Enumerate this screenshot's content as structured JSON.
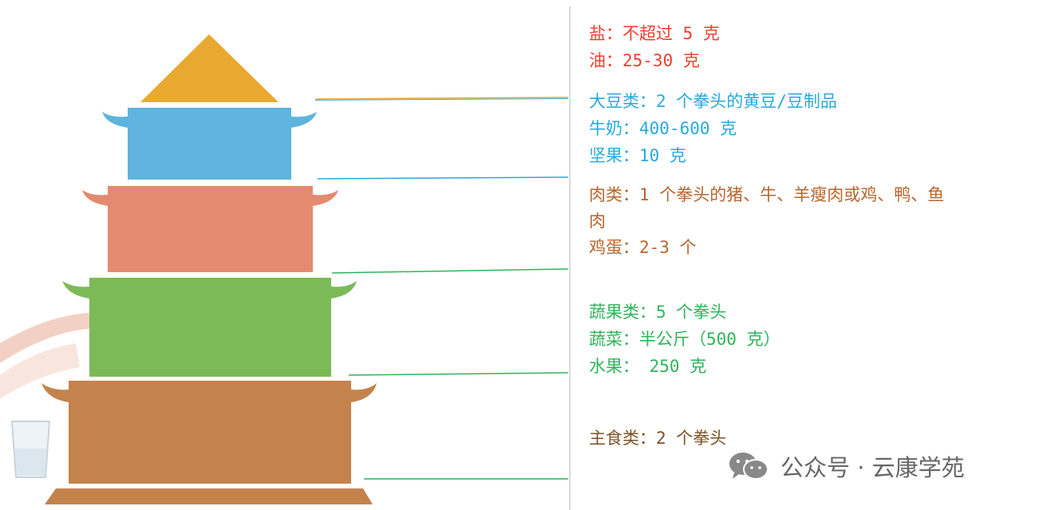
{
  "colors": {
    "salt_oil": "#f03d2e",
    "soy_dairy": "#28a9de",
    "meat_egg": "#b8652c",
    "veg_fruit": "#2fb45a",
    "staple": "#7a5226",
    "tier_roof": "#e9a930",
    "tier_soy": "#5eb4dc",
    "tier_meat": "#e48a70",
    "tier_veg": "#7cba58",
    "tier_staple": "#c4834d"
  },
  "groups": {
    "salt_oil": [
      "盐：不超过 5 克",
      "油：25-30 克"
    ],
    "soy_dairy": [
      "大豆类：2 个拳头的黄豆/豆制品",
      "牛奶：400-600 克",
      "坚果：10 克"
    ],
    "meat_egg": [
      "肉类：1 个拳头的猪、牛、羊瘦肉或鸡、鸭、鱼",
      "肉",
      "鸡蛋：2-3 个"
    ],
    "veg_fruit": [
      "蔬果类：5 个拳头",
      "蔬菜：半公斤（500 克）",
      "水果：  250 克"
    ],
    "staple": [
      "主食类：2 个拳头"
    ]
  },
  "watermark": {
    "icon": "wechat-icon",
    "text": "公众号 · 云康学苑"
  }
}
